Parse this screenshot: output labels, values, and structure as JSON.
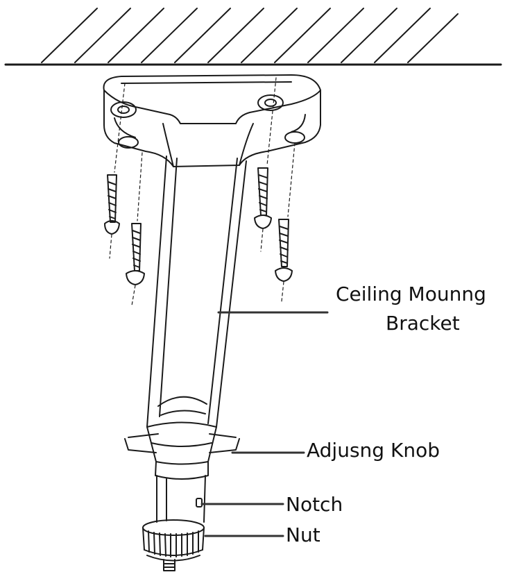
{
  "labels": {
    "ceiling_mounting_line1": "Ceiling Mounng",
    "ceiling_mounting_line2": "Bracket",
    "adjusting_knob": "Adjusng Knob",
    "notch": "Notch",
    "nut": "Nut"
  },
  "colors": {
    "line": "#1a1a1a",
    "leader": "#333333",
    "background": "#ffffff"
  }
}
